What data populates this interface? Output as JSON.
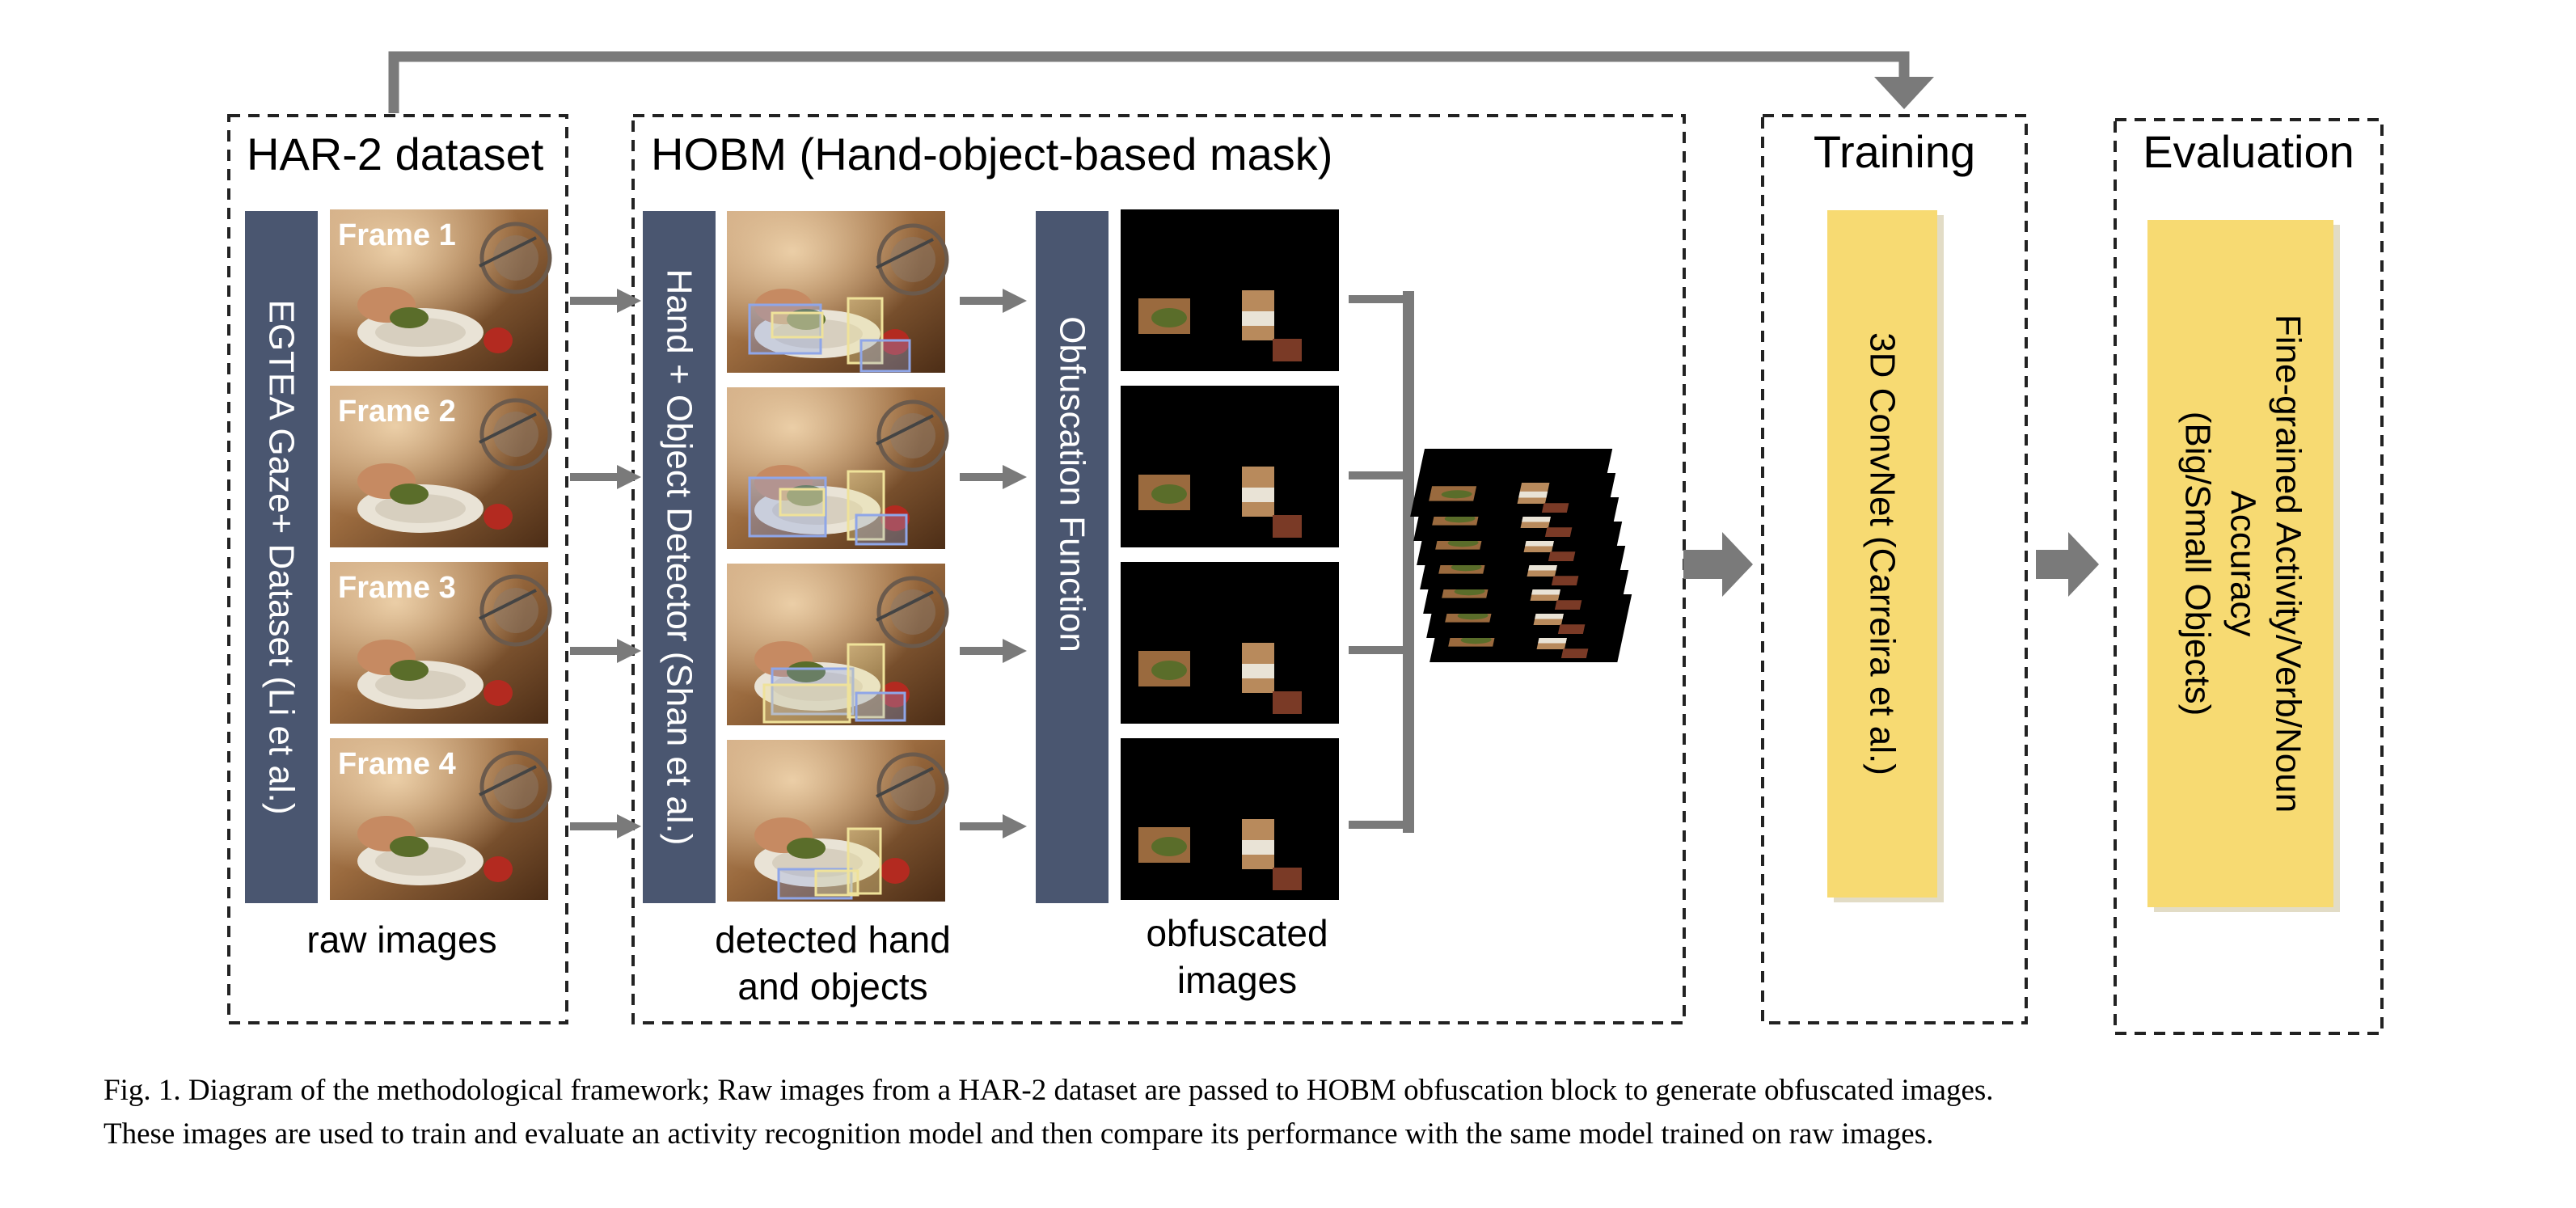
{
  "colors": {
    "navy_panel": "#4a5670",
    "yellow_panel": "#f7da72",
    "arrow_gray": "#7a7a7a",
    "dashed_border": "#222222",
    "box_yellow": "#efe29a",
    "box_blue": "#8fa6e8"
  },
  "sections": {
    "har2": {
      "title": "HAR-2 dataset",
      "panel": "EGTEA Gaze+ Dataset (Li et al.)",
      "footer": "raw images"
    },
    "hobm": {
      "title": "HOBM (Hand-object-based mask)",
      "detector_panel": "Hand + Object Detector (Shan et al.)",
      "obfuscation_panel": "Obfuscation Function",
      "detected_label": [
        "detected hand",
        "and objects"
      ],
      "obfuscated_label": [
        "obfuscated",
        "images"
      ]
    },
    "training": {
      "title": "Training",
      "panel": "3D ConvNet (Carreira et al.)"
    },
    "evaluation": {
      "title": "Evaluation",
      "panel_lines": [
        "Fine-grained Activity/Verb/Noun",
        "Accuracy",
        "(Big/Small Objects)"
      ]
    }
  },
  "frames": [
    "Frame 1",
    "Frame 2",
    "Frame 3",
    "Frame 4"
  ],
  "caption": {
    "line1": "Fig. 1.  Diagram of the methodological framework; Raw images from a HAR-2 dataset are passed to HOBM obfuscation block to generate obfuscated images.",
    "line2": "These images are used to train and evaluate an activity recognition model and then compare its performance with the same model trained on raw images."
  }
}
